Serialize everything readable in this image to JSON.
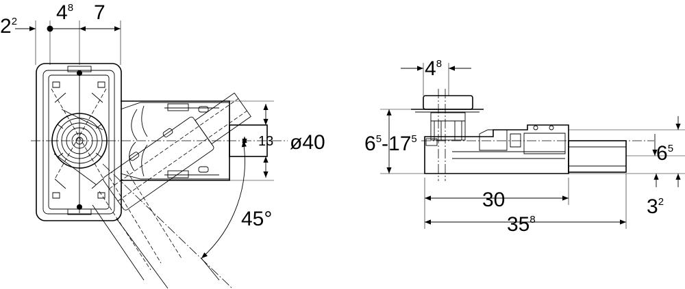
{
  "left_view": {
    "dim_2": {
      "main": "2",
      "sup": "2"
    },
    "dim_4": {
      "main": "4",
      "sup": "8"
    },
    "dim_7": {
      "main": "7"
    },
    "dim_13": {
      "main": "13"
    },
    "dim_d40": {
      "main": "ø40"
    },
    "dim_angle": {
      "main": "45°"
    }
  },
  "right_view": {
    "dim_4": {
      "main": "4",
      "sup": "8"
    },
    "dim_range": {
      "a": "6",
      "a_sup": "5",
      "sep": "-17",
      "b_sup": "5"
    },
    "dim_6": {
      "main": "6",
      "sup": "5"
    },
    "dim_30": {
      "main": "30"
    },
    "dim_35": {
      "main": "35",
      "sup": "8"
    },
    "dim_3": {
      "main": "3",
      "sup": "2"
    }
  }
}
